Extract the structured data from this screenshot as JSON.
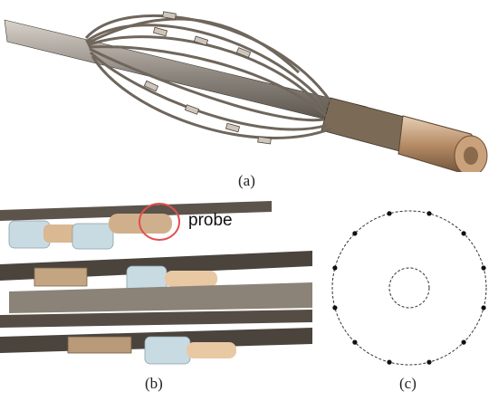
{
  "figure": {
    "panels": [
      {
        "id": "a",
        "caption": "(a)",
        "content": "multi-arm caliper tool with bowed spring arms and probe pads"
      },
      {
        "id": "b",
        "caption": "(b)",
        "content": "close-up of spring arms carrying probe pads",
        "annotation": "probe"
      },
      {
        "id": "c",
        "caption": "(c)",
        "content": "cross-section with outer ring of probe points and inner tool ring",
        "probe_count": 12
      }
    ]
  },
  "colors": {
    "metal": "#8a7e70",
    "metal_dark": "#4f473f",
    "bronze": "#b48a64",
    "probe_tip": "#e8c9a4",
    "probe_sleeve": "#c9dbe2",
    "highlight_circle": "#e0504f",
    "dashed_ring": "#333333"
  }
}
